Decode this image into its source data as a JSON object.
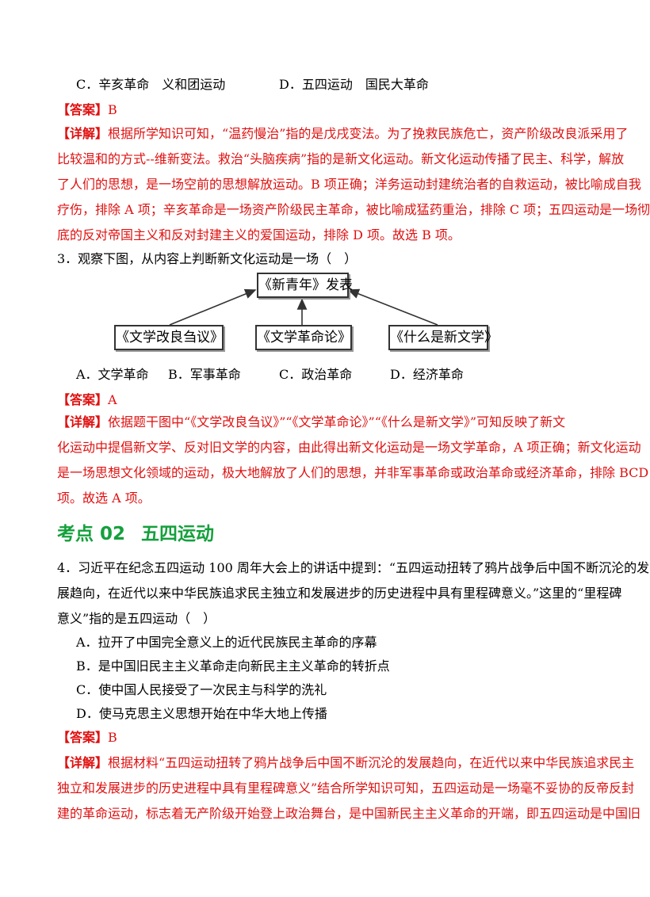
{
  "q2": {
    "option_c": "C．辛亥革命　义和团运动",
    "option_d": "D．五四运动　国民大革命",
    "answer_bracket": "【答案】",
    "answer": "B",
    "detail_bracket": "【详解】",
    "detail_lines": [
      "根据所学知识可知，“温药慢治”指的是戊戌变法。为了挽救民族危亡，资产阶级改良派采用了",
      "比较温和的方式--维新变法。救治“头脑疾病”指的是新文化运动。新文化运动传播了民主、科学，解放",
      "了人们的思想，是一场空前的思想解放运动。B 项正确；洋务运动封建统治者的自救运动，被比喻成自我",
      "疗伤，排除 A 项；辛亥革命是一场资产阶级民主革命，被比喻成猛药重治，排除 C 项；五四运动是一场彻",
      "底的反对帝国主义和反对封建主义的爱国运动，排除 D 项。故选 B 项。"
    ]
  },
  "q3": {
    "stem": "3．观察下图，从内容上判断新文化运动是一场（　）",
    "diagram": {
      "top": "《新青年》发表",
      "left": "《文学改良刍议》",
      "middle": "《文学革命论》",
      "right": "《什么是新文学》"
    },
    "options": [
      "A．文学革命",
      "B．军事革命",
      "C．政治革命",
      "D．经济革命"
    ],
    "answer_bracket": "【答案】",
    "answer": "A",
    "detail_bracket": "【详解】",
    "detail_lines": [
      "依据题干图中“《文学改良刍议》”“《文学革命论》”“《什么是新文学》”可知反映了新文",
      "化运动中提倡新文学、反对旧文学的内容，由此得出新文化运动是一场文学革命，A 项正确；新文化运动",
      "是一场思想文化领域的运动，极大地解放了人们的思想，并非军事革命或政治革命或经济革命，排除 BCD",
      "项。故选 A 项。"
    ]
  },
  "section": {
    "label": "考点",
    "number": "02",
    "title": "五四运动"
  },
  "q4": {
    "stem_lines": [
      "4．习近平在纪念五四运动 100 周年大会上的讲话中提到：“五四运动扭转了鸦片战争后中国不断沉沦的发",
      "展趋向，在近代以来中华民族追求民主独立和发展进步的历史进程中具有里程碑意义。”这里的“里程碑",
      "意义”指的是五四运动（　）"
    ],
    "options": [
      "A．拉开了中国完全意义上的近代民族民主革命的序幕",
      "B．是中国旧民主主义革命走向新民主主义革命的转折点",
      "C．使中国人民接受了一次民主与科学的洗礼",
      "D．使马克思主义思想开始在中华大地上传播"
    ],
    "answer_bracket": "【答案】",
    "answer": "B",
    "detail_bracket": "【详解】",
    "detail_lines": [
      "根据材料“五四运动扭转了鸦片战争后中国不断沉沦的发展趋向，在近代以来中华民族追求民主",
      "独立和发展进步的历史进程中具有里程碑意义”结合所学知识可知，五四运动是一场毫不妥协的反帝反封",
      "建的革命运动，标志着无产阶级开始登上政治舞台，是中国新民主主义革命的开端，即五四运动是中国旧"
    ]
  }
}
